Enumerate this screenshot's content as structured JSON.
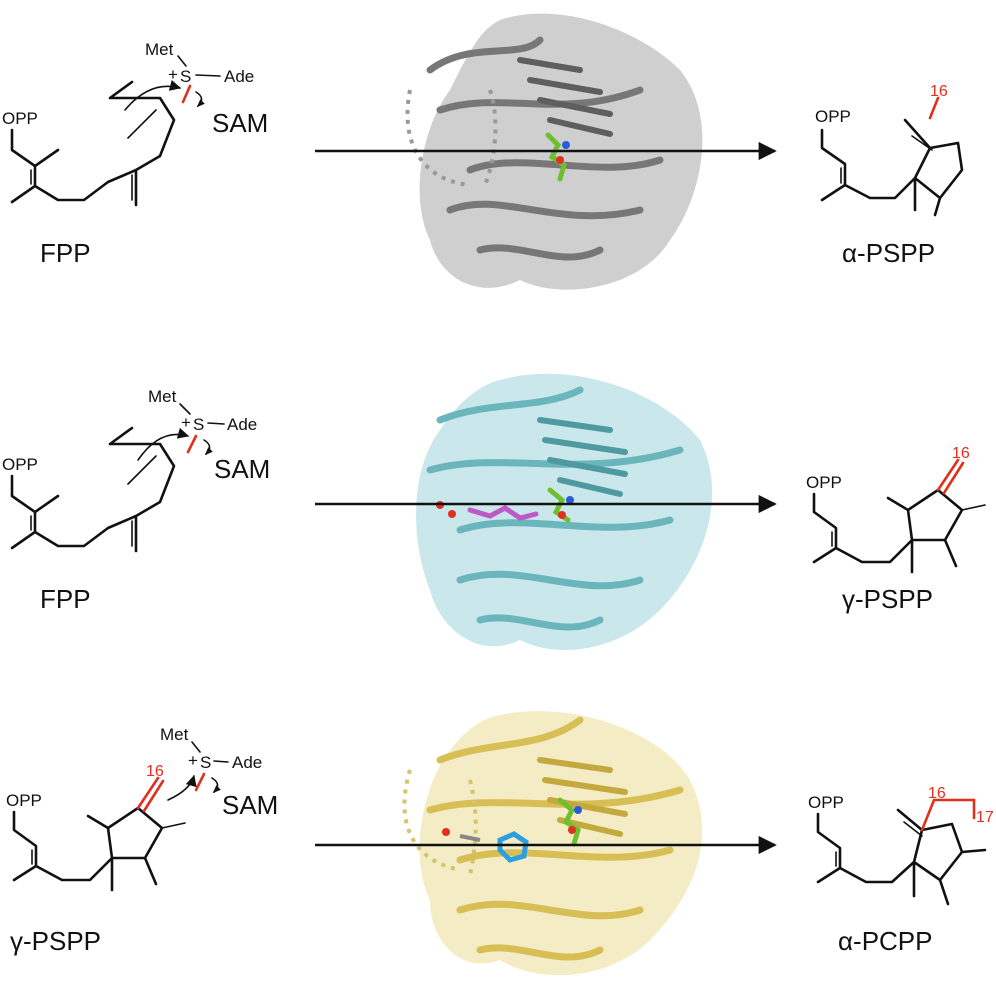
{
  "rows": [
    {
      "substrate": "FPP",
      "product": "α-PSPP",
      "product_carbons": [
        "16"
      ],
      "cofactor": {
        "name": "SAM",
        "methyl_group": "Met",
        "adenosyl_group": "Ade",
        "atom": "S",
        "charge": "+"
      },
      "protein_color": "#8a8a8a"
    },
    {
      "substrate": "FPP",
      "product": "γ-PSPP",
      "product_carbons": [
        "16"
      ],
      "cofactor": {
        "name": "SAM",
        "methyl_group": "Met",
        "adenosyl_group": "Ade",
        "atom": "S",
        "charge": "+"
      },
      "protein_color": "#7cc4c9"
    },
    {
      "substrate": "γ-PSPP",
      "substrate_carbons": [
        "16"
      ],
      "product": "α-PCPP",
      "product_carbons": [
        "16",
        "17"
      ],
      "cofactor": {
        "name": "SAM",
        "methyl_group": "Met",
        "adenosyl_group": "Ade",
        "atom": "S",
        "charge": "+"
      },
      "protein_color": "#e2cf72"
    }
  ],
  "pyrophosphate_label": "OPP",
  "colors": {
    "highlight": "#e0301e",
    "ligand_green": "#6fbf2f",
    "ligand_magenta": "#c058c8",
    "ligand_blue": "#2aa0e0"
  }
}
